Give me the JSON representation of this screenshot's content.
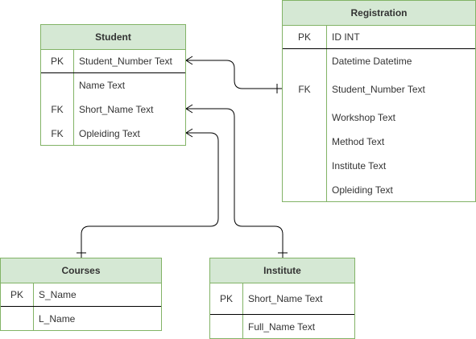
{
  "tables": {
    "student": {
      "title": "Student",
      "rows": [
        {
          "key": "PK",
          "field": "Student_Number Text"
        },
        {
          "key": "",
          "field": "Name Text"
        },
        {
          "key": "FK",
          "field": "Short_Name Text"
        },
        {
          "key": "FK",
          "field": "Opleiding Text"
        }
      ]
    },
    "registration": {
      "title": "Registration",
      "rows": [
        {
          "key": "PK",
          "field": "ID INT"
        },
        {
          "key": "",
          "field": "Datetime Datetime"
        },
        {
          "key": "FK",
          "field": "Student_Number Text"
        },
        {
          "key": "",
          "field": "Workshop Text"
        },
        {
          "key": "",
          "field": "Method Text"
        },
        {
          "key": "",
          "field": "Institute Text"
        },
        {
          "key": "",
          "field": "Opleiding Text"
        }
      ]
    },
    "courses": {
      "title": "Courses",
      "rows": [
        {
          "key": "PK",
          "field": "S_Name"
        },
        {
          "key": "",
          "field": "L_Name"
        }
      ]
    },
    "institute": {
      "title": "Institute",
      "rows": [
        {
          "key": "PK",
          "field": "Short_Name Text"
        },
        {
          "key": "",
          "field": "Full_Name Text"
        }
      ]
    }
  },
  "relationships": [
    {
      "from": "student.Student_Number",
      "to": "registration.Student_Number",
      "from_end": "many",
      "to_end": "one"
    },
    {
      "from": "student.Short_Name",
      "to": "institute.Short_Name",
      "from_end": "many",
      "to_end": "one"
    },
    {
      "from": "student.Opleiding",
      "to": "courses.S_Name",
      "from_end": "many",
      "to_end": "one"
    }
  ],
  "colors": {
    "header_fill": "#d5e8d4",
    "border": "#82b366",
    "connector": "#000000"
  }
}
